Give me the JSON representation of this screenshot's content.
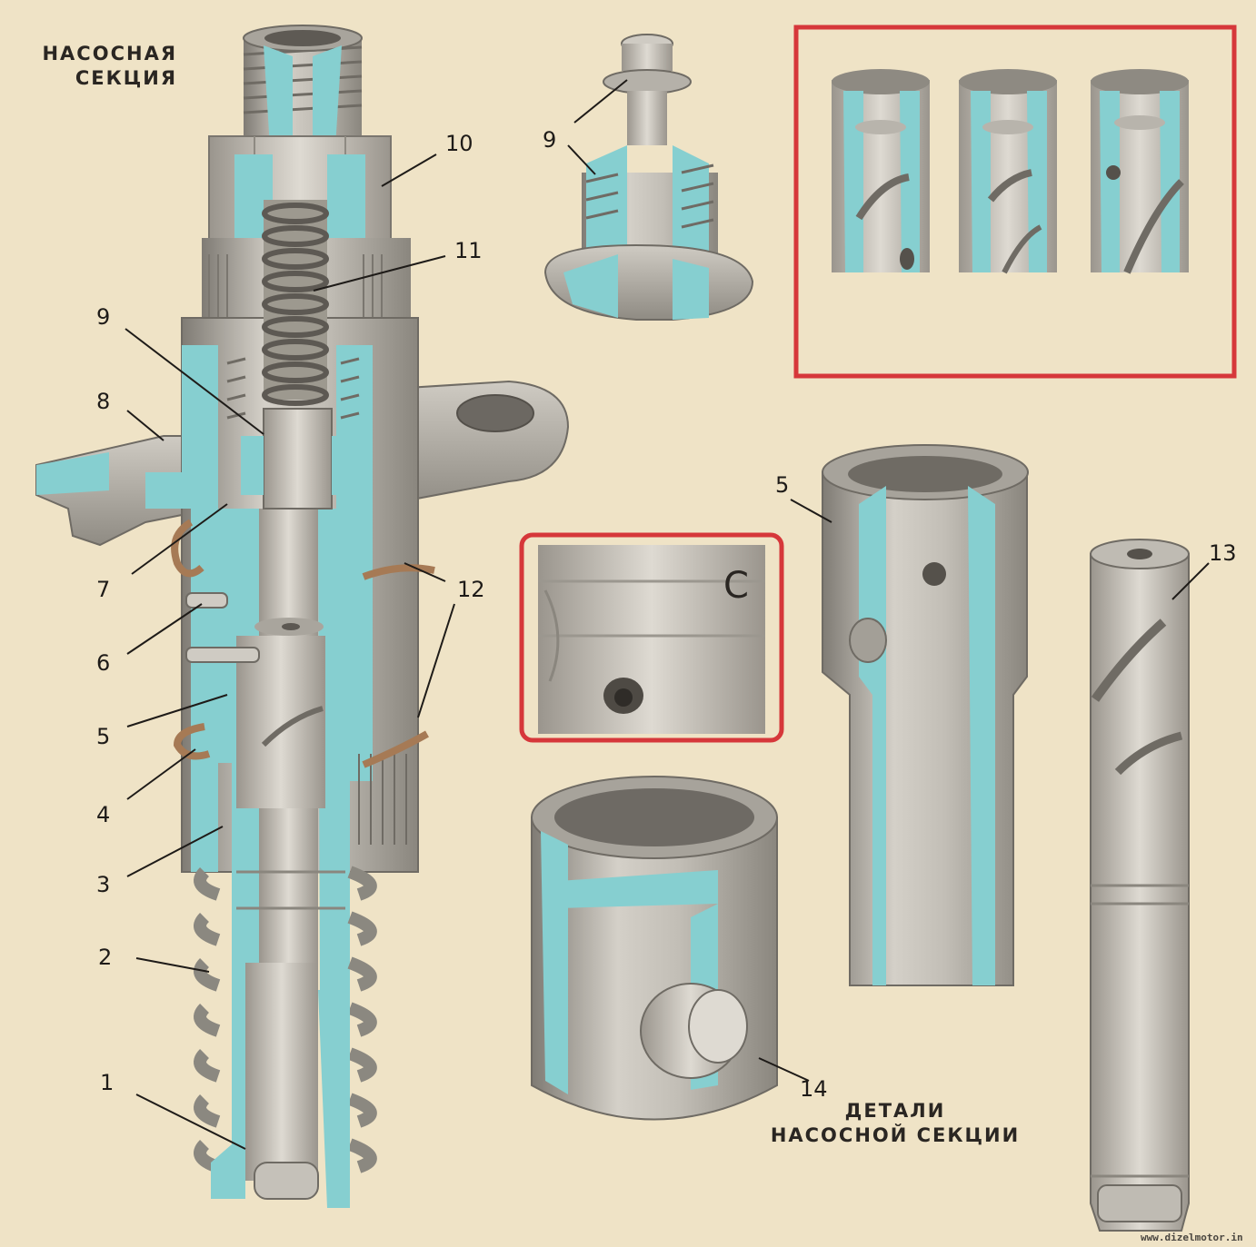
{
  "titles": {
    "section_line1": "НАСОСНАЯ",
    "section_line2": "СЕКЦИЯ",
    "details_line1": "ДЕТАЛИ",
    "details_line2": "НАСОСНОЙ СЕКЦИИ"
  },
  "numbers": {
    "n1": "1",
    "n2": "2",
    "n3": "3",
    "n4": "4",
    "n5": "5",
    "n6": "6",
    "n7": "7",
    "n8": "8",
    "n9": "9",
    "n10": "10",
    "n11": "11",
    "n12": "12",
    "n9_valve": "9",
    "n5_sleeve": "5",
    "n13": "13",
    "n14": "14"
  },
  "inset_mark": "С",
  "credit": "www.dizelmotor.in",
  "colors": {
    "background": "#efe3c6",
    "section_cut": "#86cfd0",
    "metal": "#b8b4ac",
    "frame": "#d6373a",
    "spring": "#8b8880",
    "ring": "#a67a55"
  }
}
